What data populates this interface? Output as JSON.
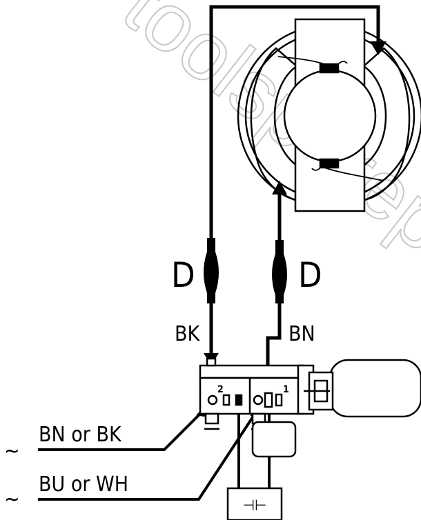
{
  "watermark": "toolspareparts.com",
  "labels": {
    "fuse_left": "D",
    "fuse_right": "D",
    "wire_left": "BK",
    "wire_right": "BN",
    "terminal_2": "2",
    "terminal_1": "1",
    "line_upper": "BN or BK",
    "line_lower": "BU or WH",
    "tilde_upper": "~",
    "tilde_lower": "~",
    "capacitor": "⊣⊢"
  }
}
